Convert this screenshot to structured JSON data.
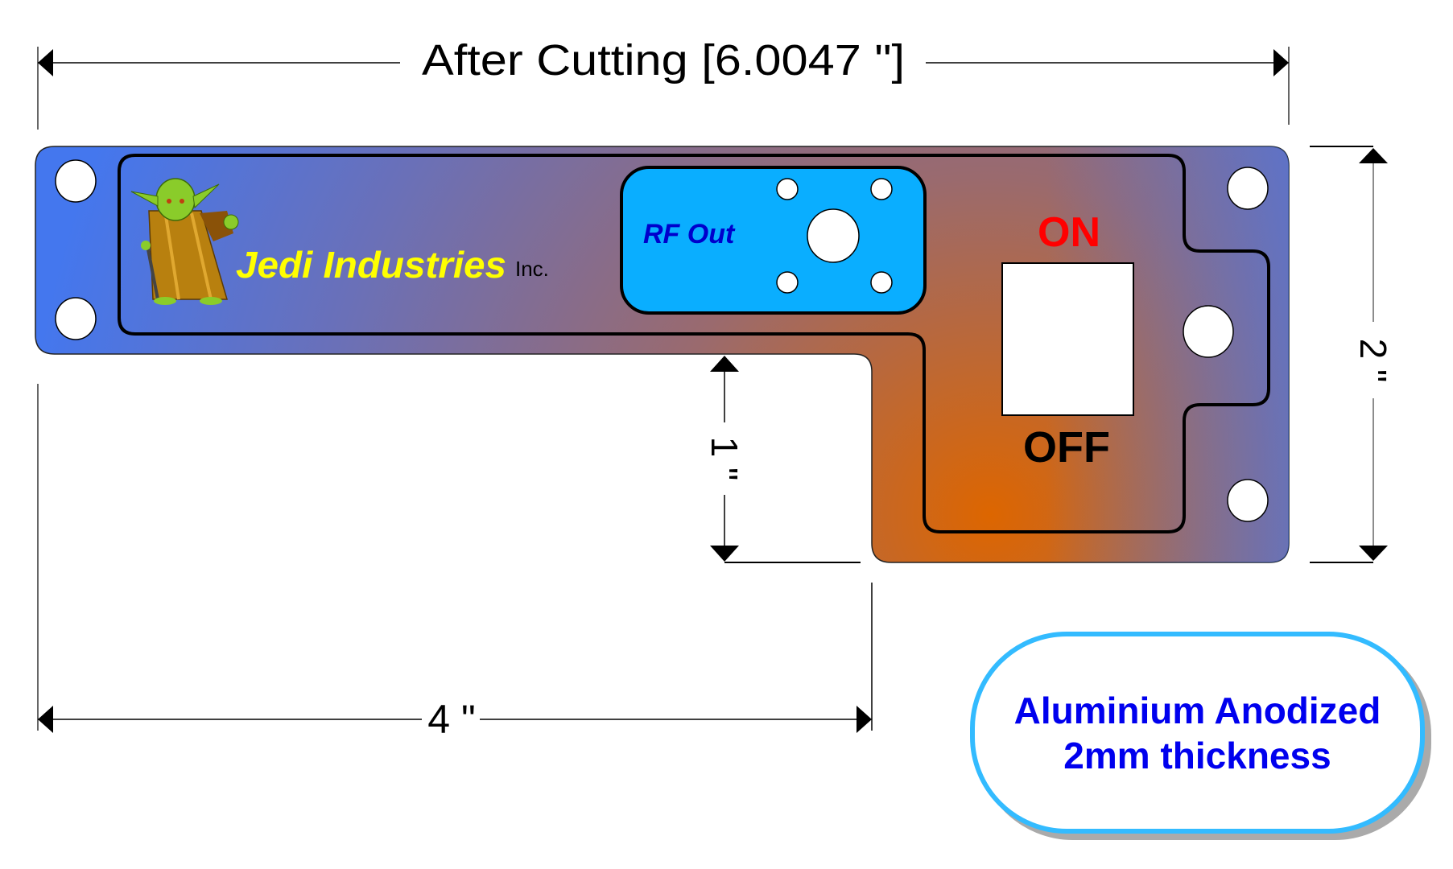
{
  "dimensions": {
    "overall_width": "After Cutting [6.0047 \"]",
    "height": "2 \"",
    "notch_height": "1 \"",
    "left_width": "4 \""
  },
  "panel": {
    "brand": "Jedi Industries",
    "brand_suffix": "Inc.",
    "connector_label": "RF Out",
    "switch_on_label": "ON",
    "switch_off_label": "OFF",
    "mascot": "yoda-figure"
  },
  "spec_note": {
    "line1": "Aluminium Anodized",
    "line2": "2mm thickness"
  },
  "colors": {
    "panel_blue": "#4477ee",
    "panel_orange": "#dd6600",
    "connector_plate": "#0aaeff",
    "brand_text": "#ffff00",
    "connector_text": "#0000cc",
    "on_text": "#ff0000",
    "off_text": "#000000",
    "note_border": "#33bbff",
    "note_text": "#0000ee"
  }
}
